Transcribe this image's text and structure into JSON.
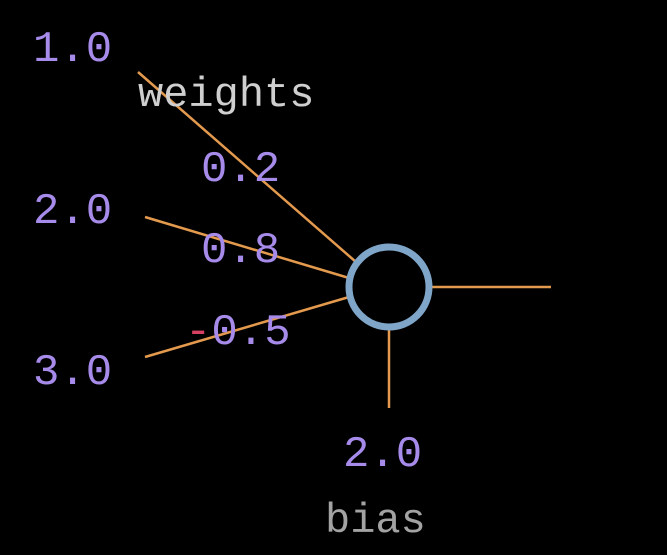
{
  "diagram": {
    "inputs": [
      {
        "value": "1.0"
      },
      {
        "value": "2.0"
      },
      {
        "value": "3.0"
      }
    ],
    "weights_label": "weights",
    "weights": [
      {
        "sign": "",
        "magnitude": "0.2"
      },
      {
        "sign": "",
        "magnitude": "0.8"
      },
      {
        "sign": "-",
        "magnitude": "0.5"
      }
    ],
    "bias_value": "2.0",
    "bias_label": "bias",
    "colors": {
      "background": "#000000",
      "value_text": "#a78bea",
      "label_text": "#cfcfcf",
      "negative_sign": "#d94162",
      "connection": "#e39a4e",
      "neuron_outline": "#7fa5c8"
    }
  }
}
